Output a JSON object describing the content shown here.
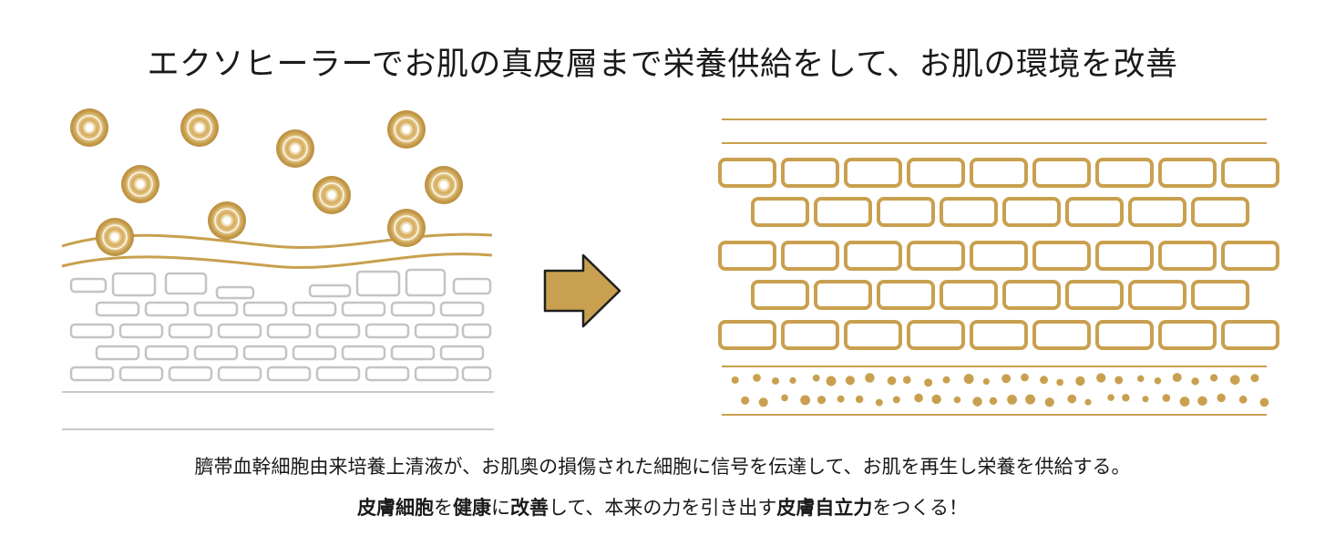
{
  "title": "エクソヒーラーでお肌の真皮層まで栄養供給をして、お肌の環境を改善",
  "caption": "臍帯血幹細胞由来培養上清液が、お肌奥の損傷された細胞に信号を伝達して、お肌を再生し栄養を供給する。",
  "tagline": {
    "s1": "皮膚細胞",
    "s2": "を",
    "s3": "健康",
    "s4": "に",
    "s5": "改善",
    "s6": "して、本来の力を引き出す",
    "s7": "皮膚自立力",
    "s8": "をつくる！"
  },
  "colors": {
    "gold": "#c9a04f",
    "gold_light": "#e2c98e",
    "gray_cells": "#c4c4c4",
    "arrow_fill": "#c9a04f",
    "arrow_stroke": "#1f1f1f"
  },
  "icons": {
    "particle": "gold-particle-icon",
    "arrow": "right-arrow-icon"
  }
}
